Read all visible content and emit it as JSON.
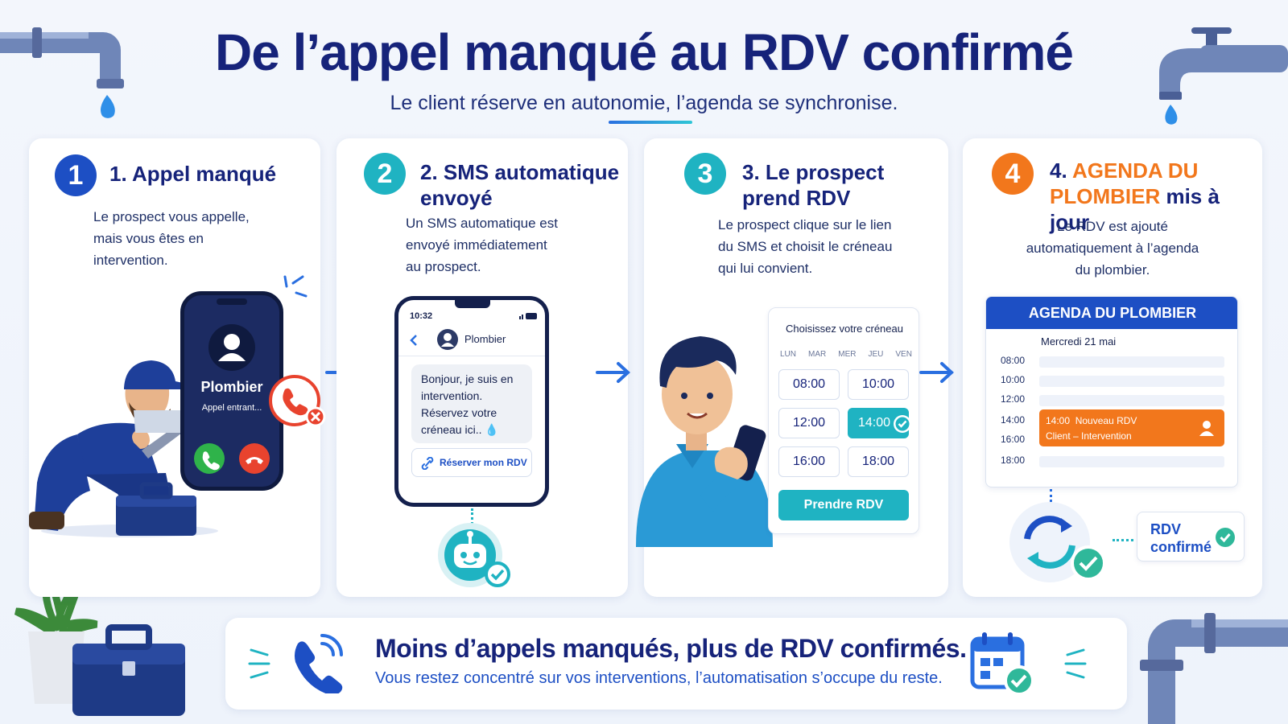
{
  "header": {
    "title": "De l’appel manqué au RDV confirmé",
    "subtitle": "Le client réserve en autonomie, l’agenda se synchronise."
  },
  "steps": [
    {
      "num": "1",
      "title_line1": "1. Appel manqué",
      "desc": [
        "Le prospect vous appelle,",
        "mais vous êtes en",
        "intervention."
      ],
      "color": "#1d4fc4"
    },
    {
      "num": "2",
      "title_line1": "2. SMS automatique",
      "title_line2": "envoyé",
      "desc": [
        "Un SMS automatique est",
        "envoyé immédiatement",
        "au prospect."
      ],
      "color": "#1fb3c2"
    },
    {
      "num": "3",
      "title_line1": "3. Le prospect",
      "title_line2": "prend RDV",
      "desc": [
        "Le prospect clique sur le lien",
        "du SMS et choisit le créneau",
        "qui lui convient."
      ],
      "color": "#1fb3c2"
    },
    {
      "num": "4",
      "title_prefix": "4. ",
      "title_orange1": "AGENDA DU",
      "title_orange2": "PLOMBIER",
      "title_suffix": " mis à jour",
      "desc": [
        "Le RDV est ajouté",
        "automatiquement à l’agenda",
        "du plombier."
      ],
      "color": "#f2771c"
    }
  ],
  "phone_call": {
    "caller": "Plombier",
    "status": "Appel entrant..."
  },
  "sms": {
    "time": "10:32",
    "contact": "Plombier",
    "message_lines": [
      "Bonjour, je suis en",
      "intervention.",
      "Réservez votre",
      "créneau ici.."
    ],
    "link_label": "Réserver mon RDV"
  },
  "booking": {
    "title": "Choisissez votre créneau",
    "days": [
      "LUN",
      "MAR",
      "MER",
      "JEU",
      "VEN"
    ],
    "slots": [
      "08:00",
      "10:00",
      "12:00",
      "14:00",
      "16:00",
      "18:00"
    ],
    "selected_slot": "14:00",
    "cta": "Prendre RDV"
  },
  "agenda": {
    "header": "AGENDA DU PLOMBIER",
    "date": "Mercredi 21 mai",
    "times": [
      "08:00",
      "10:00",
      "12:00",
      "14:00",
      "16:00",
      "18:00"
    ],
    "event_time": "14:00",
    "event_title": "Nouveau RDV",
    "event_sub": "Client – Intervention",
    "confirm_line1": "RDV",
    "confirm_line2": "confirmé"
  },
  "footer": {
    "headline": "Moins d’appels manqués, plus de RDV confirmés.",
    "subline": "Vous restez concentré sur vos interventions, l’automatisation s’occupe du reste."
  },
  "colors": {
    "navy": "#16237a",
    "teal": "#1fb3c2",
    "orange": "#f2771c",
    "blue": "#2a6fe0",
    "green": "#2fb34a",
    "red": "#e8432e"
  }
}
